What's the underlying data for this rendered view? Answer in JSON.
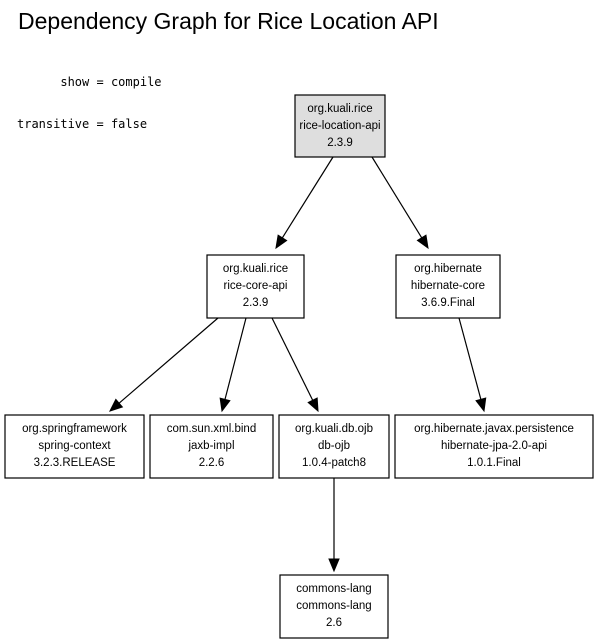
{
  "title": "Dependency Graph for Rice Location API",
  "props": [
    {
      "key": "show",
      "value": "compile"
    },
    {
      "key": "transitive",
      "value": "false"
    }
  ],
  "colors": {
    "root_fill": "#dedede",
    "node_fill": "#ffffff",
    "stroke": "#000000"
  },
  "nodes": [
    {
      "id": "rice-location-api",
      "group": "org.kuali.rice",
      "artifact": "rice-location-api",
      "version": "2.3.9",
      "root": true
    },
    {
      "id": "rice-core-api",
      "group": "org.kuali.rice",
      "artifact": "rice-core-api",
      "version": "2.3.9"
    },
    {
      "id": "hibernate-core",
      "group": "org.hibernate",
      "artifact": "hibernate-core",
      "version": "3.6.9.Final"
    },
    {
      "id": "spring-context",
      "group": "org.springframework",
      "artifact": "spring-context",
      "version": "3.2.3.RELEASE"
    },
    {
      "id": "jaxb-impl",
      "group": "com.sun.xml.bind",
      "artifact": "jaxb-impl",
      "version": "2.2.6"
    },
    {
      "id": "db-ojb",
      "group": "org.kuali.db.ojb",
      "artifact": "db-ojb",
      "version": "1.0.4-patch8"
    },
    {
      "id": "hibernate-jpa",
      "group": "org.hibernate.javax.persistence",
      "artifact": "hibernate-jpa-2.0-api",
      "version": "1.0.1.Final"
    },
    {
      "id": "commons-lang",
      "group": "commons-lang",
      "artifact": "commons-lang",
      "version": "2.6"
    }
  ],
  "edges": [
    {
      "from": "rice-location-api",
      "to": "rice-core-api"
    },
    {
      "from": "rice-location-api",
      "to": "hibernate-core"
    },
    {
      "from": "rice-core-api",
      "to": "spring-context"
    },
    {
      "from": "rice-core-api",
      "to": "jaxb-impl"
    },
    {
      "from": "rice-core-api",
      "to": "db-ojb"
    },
    {
      "from": "hibernate-core",
      "to": "hibernate-jpa"
    },
    {
      "from": "db-ojb",
      "to": "commons-lang"
    }
  ]
}
